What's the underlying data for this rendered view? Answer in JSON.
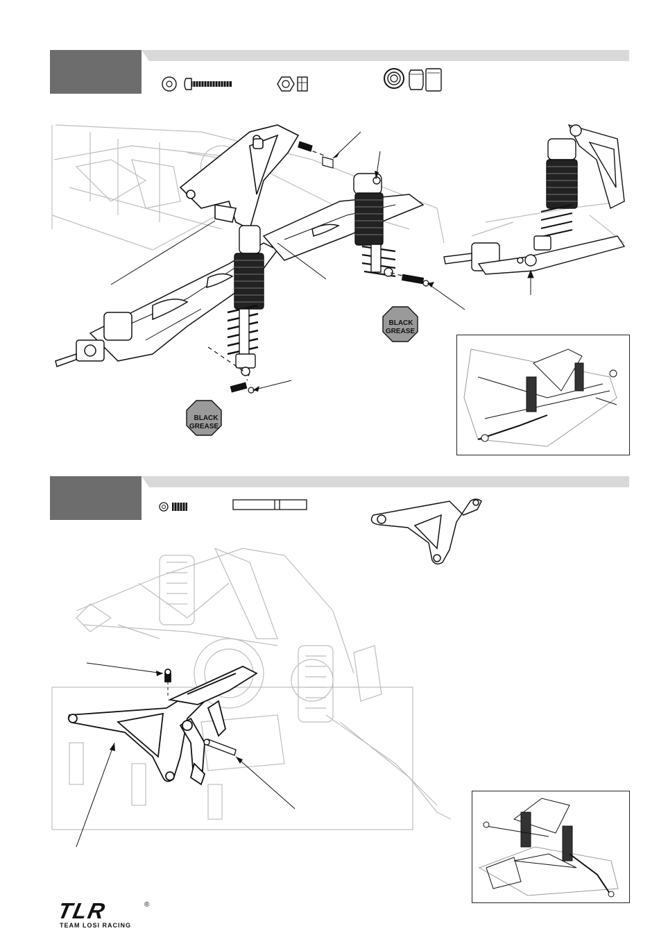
{
  "steps": [
    {
      "grease_labels": [
        {
          "line1": "BLACK",
          "line2": "GREASE"
        },
        {
          "line1": "BLACK",
          "line2": "GREASE"
        }
      ]
    },
    {
      "grease_labels": []
    }
  ],
  "footer": {
    "logo_text": "TLR",
    "registered_mark": "®",
    "logo_tagline": "TEAM LOSI RACING"
  },
  "colors": {
    "step_box": "#6d6d6d",
    "step_bar": "#d9d9d9",
    "grease_sign": "#9a9a9a"
  },
  "icons": [
    "washer-icon",
    "screw-icon",
    "locknut-icon",
    "ball-cup-icon",
    "bearing-icon",
    "shock-bushing-icon",
    "setscrew-icon",
    "hinge-pin-icon",
    "shock-tower-icon"
  ]
}
